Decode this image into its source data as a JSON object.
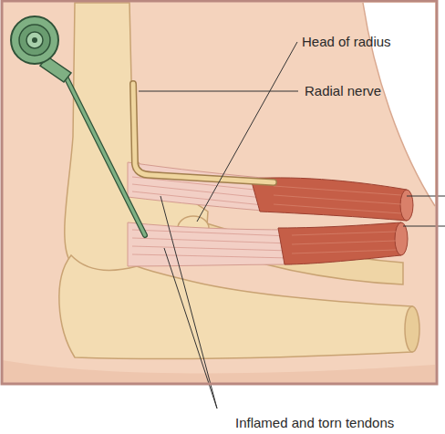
{
  "diagram": {
    "labels": [
      "Radial nerve",
      "Head of radius",
      "Inflamed and torn tendons"
    ]
  }
}
